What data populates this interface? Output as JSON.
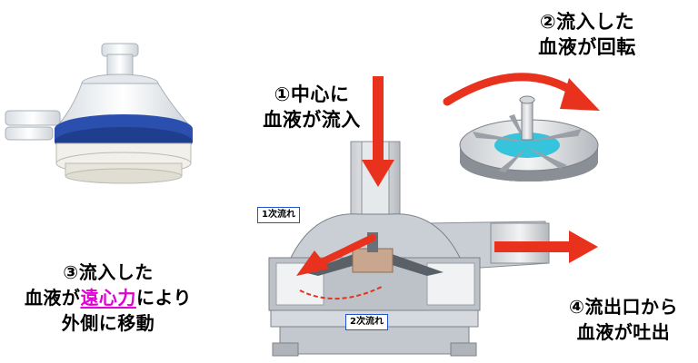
{
  "captions": {
    "step1": {
      "line1": "①中心に",
      "line2": "血液が流入"
    },
    "step2": {
      "line1": "②流入した",
      "line2": "血液が回転"
    },
    "step3": {
      "line1": "③流入した",
      "line2_pre": "血液が",
      "line2_highlight": "遠心力",
      "line2_post": "により",
      "line3": "外側に移動"
    },
    "step4": {
      "line1": "④流出口から",
      "line2": "血液が吐出"
    }
  },
  "flow_labels": {
    "primary": "1次流れ",
    "secondary": "2次流れ"
  },
  "colors": {
    "arrow": "#e8321e",
    "highlight": "#e100d2",
    "label_border": "#2255cc",
    "pump_blue": "#2a4fae"
  }
}
